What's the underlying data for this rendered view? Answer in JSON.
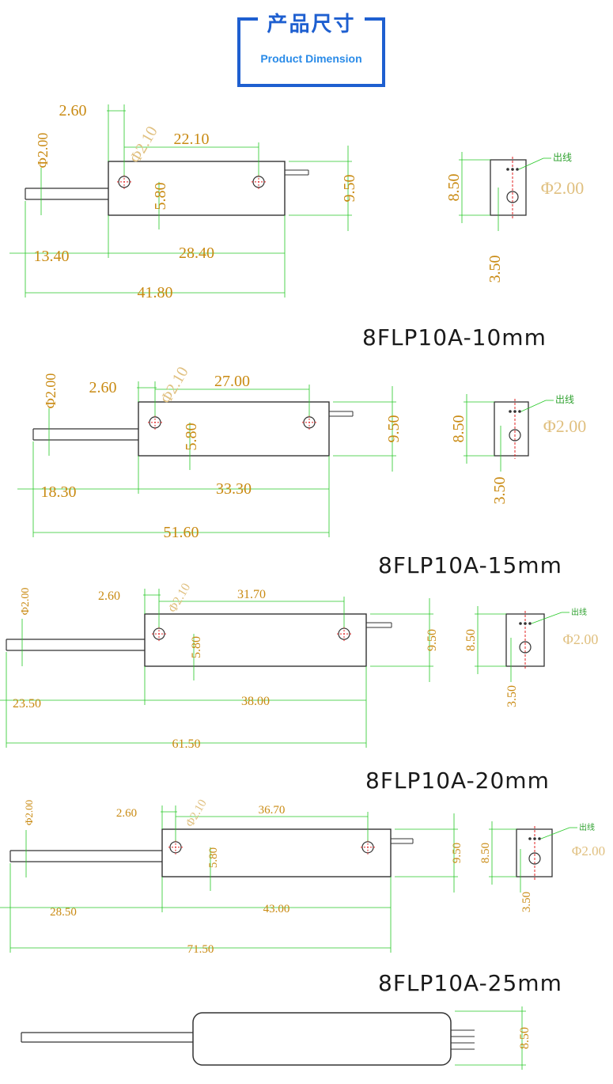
{
  "header": {
    "title": "产品尺寸",
    "subtitle": "Product Dimension"
  },
  "colors": {
    "frame": "#1e5fd0",
    "dimension_text": "#c98a12",
    "dimension_line": "#26c826",
    "outline": "#333333",
    "hole_line": "#e02020"
  },
  "drawings": [
    {
      "model": "8FLP10A-10mm",
      "d_fiber": "Φ2.00",
      "hole_offset": "2.60",
      "d_hole": "Φ2.10",
      "hole_spacing": "22.10",
      "hole_height": "5.80",
      "body_height": "9.50",
      "fiber_len": "13.40",
      "body_len": "28.40",
      "total_len": "41.80",
      "side_height": "8.50",
      "side_depth": "3.50",
      "side_hole": "Φ2.00",
      "outlet": "出线"
    },
    {
      "model": "8FLP10A-15mm",
      "d_fiber": "Φ2.00",
      "hole_offset": "2.60",
      "d_hole": "Φ2.10",
      "hole_spacing": "27.00",
      "hole_height": "5.80",
      "body_height": "9.50",
      "fiber_len": "18.30",
      "body_len": "33.30",
      "total_len": "51.60",
      "side_height": "8.50",
      "side_depth": "3.50",
      "side_hole": "Φ2.00",
      "outlet": "出线"
    },
    {
      "model": "8FLP10A-20mm",
      "d_fiber": "Φ2.00",
      "hole_offset": "2.60",
      "d_hole": "Φ2.10",
      "hole_spacing": "31.70",
      "hole_height": "5.80",
      "body_height": "9.50",
      "fiber_len": "23.50",
      "body_len": "38.00",
      "total_len": "61.50",
      "side_height": "8.50",
      "side_depth": "3.50",
      "side_hole": "Φ2.00",
      "outlet": "出线"
    },
    {
      "model": "8FLP10A-25mm",
      "d_fiber": "Φ2.00",
      "hole_offset": "2.60",
      "d_hole": "Φ2.10",
      "hole_spacing": "36.70",
      "hole_height": "5.80",
      "body_height": "9.50",
      "fiber_len": "28.50",
      "body_len": "43.00",
      "total_len": "71.50",
      "side_height": "8.50",
      "side_depth": "3.50",
      "side_hole": "Φ2.00",
      "outlet": "出线"
    }
  ],
  "tube": {
    "diameter": "8.50"
  }
}
